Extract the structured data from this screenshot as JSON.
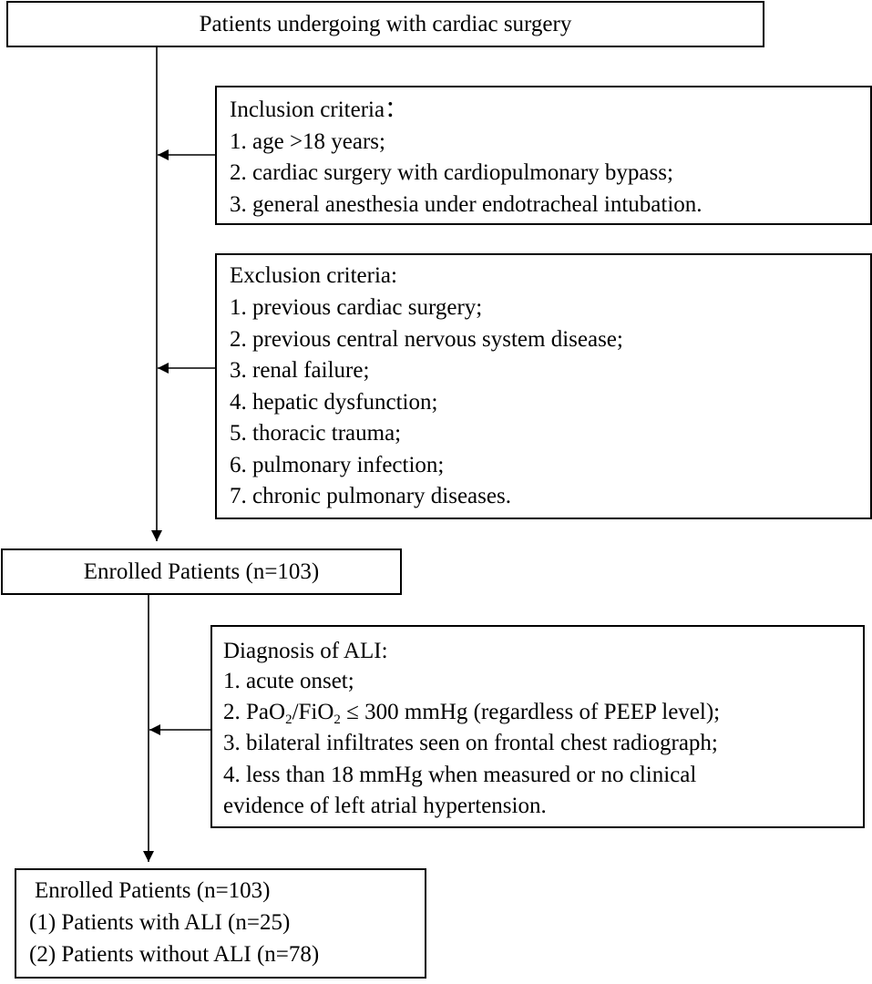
{
  "start": {
    "label": "Patients undergoing with cardiac surgery"
  },
  "inclusion": {
    "title": "Inclusion criteria：",
    "items": [
      "1. age  >18 years;",
      "2. cardiac surgery with cardiopulmonary bypass;",
      "3. general anesthesia under endotracheal intubation."
    ]
  },
  "exclusion": {
    "title": "Exclusion criteria:",
    "items": [
      "1. previous cardiac surgery;",
      "2. previous central nervous system disease;",
      "3. renal failure;",
      "4. hepatic dysfunction;",
      "5. thoracic trauma;",
      "6. pulmonary infection;",
      "7. chronic pulmonary diseases."
    ]
  },
  "enrolled": {
    "label": "Enrolled Patients (n=103)"
  },
  "diagnosis": {
    "title": "Diagnosis of ALI:",
    "item1": "1. acute onset;",
    "item2": {
      "prefix": "2. PaO",
      "sub1": "2",
      "mid": "/FiO",
      "sub2": "2",
      "suffix": " ≤ 300 mmHg (regardless of PEEP level);"
    },
    "item3": "3. bilateral infiltrates seen on frontal chest radiograph;",
    "item4_line1": "4. less than 18 mmHg when measured or no clinical",
    "item4_line2": "evidence of left atrial hypertension."
  },
  "final": {
    "title": "Enrolled Patients (n=103)",
    "items": [
      "(1) Patients with ALI (n=25)",
      "(2) Patients without ALI (n=78)"
    ]
  }
}
